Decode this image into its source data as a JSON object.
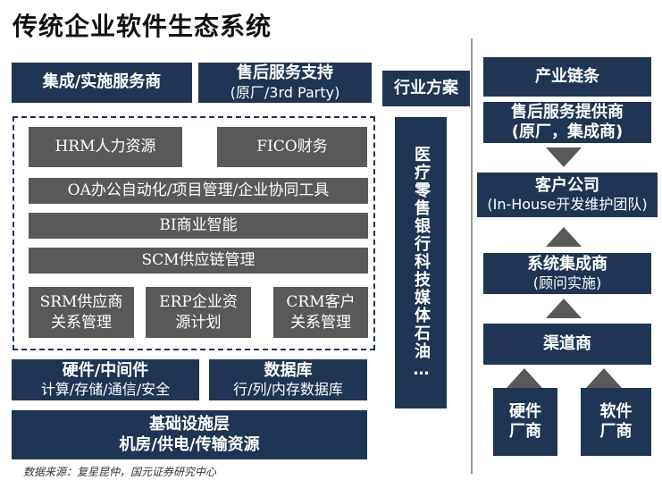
{
  "title": "传统企业软件生态系统",
  "left": {
    "integrator": "集成/实施服务商",
    "after_sales_1": "售后服务支持",
    "after_sales_2": "(原厂/3rd Party)",
    "hrm": "HRM人力资源",
    "fico": "FICO财务",
    "oa": "OA办公自动化/项目管理/企业协同工具",
    "bi": "BI商业智能",
    "scm": "SCM供应链管理",
    "srm_1": "SRM供应商",
    "srm_2": "关系管理",
    "erp_1": "ERP企业资",
    "erp_2": "源计划",
    "crm_1": "CRM客户",
    "crm_2": "关系管理",
    "hw_1": "硬件/中间件",
    "hw_2": "计算/存储/通信/安全",
    "db_1": "数据库",
    "db_2": "行/列/内存数据库",
    "infra_1": "基础设施层",
    "infra_2": "机房/供电/传输资源"
  },
  "industry": {
    "header": "行业方案",
    "items": "医疗零售银行科技媒体石油…"
  },
  "right": {
    "chain": "产业链条",
    "after_1": "售后服务提供商",
    "after_2": "(原厂，集成商)",
    "client_1": "客户公司",
    "client_2": "(In-House开发维护团队)",
    "si_1": "系统集成商",
    "si_2": "(顾问实施)",
    "channel": "渠道商",
    "hw_vendor_1": "硬件",
    "hw_vendor_2": "厂商",
    "sw_vendor_1": "软件",
    "sw_vendor_2": "厂商"
  },
  "source": "数据来源：复星昆仲，国元证券研究中心",
  "colors": {
    "navy": "#1f3553",
    "gray": "#595959"
  }
}
